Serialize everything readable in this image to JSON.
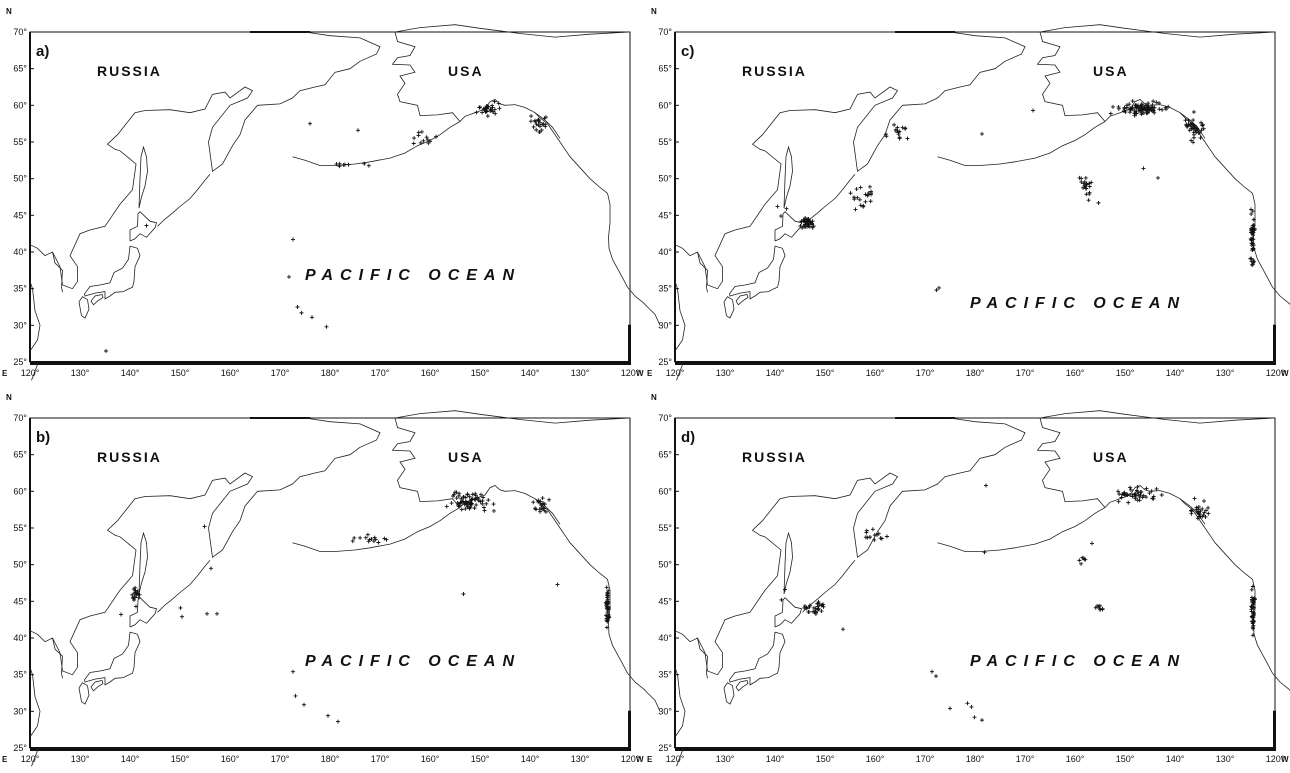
{
  "axes": {
    "lon_ticks": [
      "120°",
      "130°",
      "140°",
      "150°",
      "160°",
      "170°",
      "180°",
      "170°",
      "160°",
      "150°",
      "140°",
      "130°",
      "120°"
    ],
    "lat_ticks": [
      "70°",
      "65°",
      "60°",
      "55°",
      "50°",
      "45°",
      "40°",
      "35°",
      "30°",
      "25°"
    ],
    "north": "N",
    "east": "E",
    "west": "W"
  },
  "map_labels": {
    "russia": "RUSSIA",
    "usa": "USA",
    "ocean": "PACIFIC OCEAN"
  },
  "panels": [
    {
      "id": "a",
      "label": "a)",
      "clusters": [
        {
          "lon": -148,
          "lat": 59.5,
          "n": 30,
          "spread": [
            3.5,
            1.2
          ]
        },
        {
          "lon": -138,
          "lat": 57.5,
          "n": 22,
          "spread": [
            2.5,
            2.0
          ]
        },
        {
          "lon": -160,
          "lat": 55.5,
          "n": 12,
          "spread": [
            5,
            1.2
          ]
        },
        {
          "lon": -177,
          "lat": 52,
          "n": 8,
          "spread": [
            6,
            0.6
          ]
        }
      ],
      "points": [
        [
          172.6,
          41.7
        ],
        [
          171.8,
          36.6
        ],
        [
          173.5,
          32.5
        ],
        [
          174.3,
          31.7
        ],
        [
          176.4,
          31.1
        ],
        [
          179.3,
          29.8
        ],
        [
          135.2,
          26.5
        ],
        [
          143.3,
          43.6
        ],
        [
          176,
          57.5
        ],
        [
          185.6,
          56.6
        ]
      ]
    },
    {
      "id": "b",
      "label": "b)",
      "clusters": [
        {
          "lon": -152,
          "lat": 58.5,
          "n": 70,
          "spread": [
            6,
            1.8
          ]
        },
        {
          "lon": -138,
          "lat": 58,
          "n": 20,
          "spread": [
            2.5,
            2.0
          ]
        },
        {
          "lon": -124.5,
          "lat": 44,
          "n": 40,
          "spread": [
            0.6,
            4.5
          ]
        },
        {
          "lon": 141,
          "lat": 46,
          "n": 18,
          "spread": [
            1.2,
            1.5
          ]
        },
        {
          "lon": -172,
          "lat": 53.5,
          "n": 14,
          "spread": [
            6,
            0.8
          ]
        }
      ],
      "points": [
        [
          154.9,
          55.2
        ],
        [
          150.1,
          44.1
        ],
        [
          150.4,
          42.9
        ],
        [
          155.4,
          43.3
        ],
        [
          157.4,
          43.3
        ],
        [
          156.2,
          49.5
        ],
        [
          172.6,
          35.4
        ],
        [
          173.1,
          32.1
        ],
        [
          174.8,
          30.9
        ],
        [
          179.6,
          29.4
        ],
        [
          181.6,
          28.6
        ],
        [
          -153.3,
          46
        ],
        [
          -134.5,
          47.3
        ],
        [
          141.2,
          44.3
        ],
        [
          138.2,
          43.2
        ]
      ]
    },
    {
      "id": "c",
      "label": "c)",
      "clusters": [
        {
          "lon": -147,
          "lat": 59.6,
          "n": 90,
          "spread": [
            7,
            1.2
          ]
        },
        {
          "lon": -136,
          "lat": 57,
          "n": 40,
          "spread": [
            3,
            2.5
          ]
        },
        {
          "lon": -124.5,
          "lat": 42,
          "n": 50,
          "spread": [
            0.6,
            6
          ]
        },
        {
          "lon": 146.5,
          "lat": 44,
          "n": 40,
          "spread": [
            2,
            1.0
          ]
        },
        {
          "lon": 158,
          "lat": 47.5,
          "n": 22,
          "spread": [
            4,
            2.5
          ]
        },
        {
          "lon": -158,
          "lat": 49,
          "n": 20,
          "spread": [
            2,
            2.5
          ]
        },
        {
          "lon": 165,
          "lat": 56.5,
          "n": 16,
          "spread": [
            4,
            2.0
          ]
        }
      ],
      "points": [
        [
          140.5,
          46.2
        ],
        [
          141.2,
          44.9
        ],
        [
          142.3,
          45.9
        ],
        [
          172.3,
          34.8
        ],
        [
          172.8,
          35.1
        ],
        [
          -155.3,
          46.7
        ],
        [
          -146.3,
          51.4
        ],
        [
          -143.4,
          50.1
        ],
        [
          181.4,
          56.1
        ],
        [
          191.6,
          59.3
        ]
      ]
    },
    {
      "id": "d",
      "label": "d)",
      "clusters": [
        {
          "lon": -148,
          "lat": 59.5,
          "n": 45,
          "spread": [
            6,
            1.5
          ]
        },
        {
          "lon": -135,
          "lat": 57.5,
          "n": 25,
          "spread": [
            2.5,
            2.0
          ]
        },
        {
          "lon": -124.5,
          "lat": 44,
          "n": 40,
          "spread": [
            0.6,
            5
          ]
        },
        {
          "lon": 148,
          "lat": 44,
          "n": 28,
          "spread": [
            3,
            1.5
          ]
        },
        {
          "lon": 160,
          "lat": 54,
          "n": 14,
          "spread": [
            3,
            1.5
          ]
        },
        {
          "lon": -155,
          "lat": 44.2,
          "n": 8,
          "spread": [
            1,
            0.6
          ]
        },
        {
          "lon": -158.5,
          "lat": 50.5,
          "n": 6,
          "spread": [
            1,
            0.8
          ]
        }
      ],
      "points": [
        [
          142,
          46.6
        ],
        [
          141.3,
          45.2
        ],
        [
          171.4,
          35.4
        ],
        [
          172.2,
          34.8
        ],
        [
          175,
          30.4
        ],
        [
          178.5,
          31.1
        ],
        [
          179.9,
          29.2
        ],
        [
          181.4,
          28.8
        ],
        [
          179.3,
          30.6
        ],
        [
          182.2,
          60.8
        ],
        [
          -178.1,
          51.7
        ],
        [
          -156.6,
          52.9
        ],
        [
          153.6,
          41.2
        ]
      ]
    }
  ]
}
